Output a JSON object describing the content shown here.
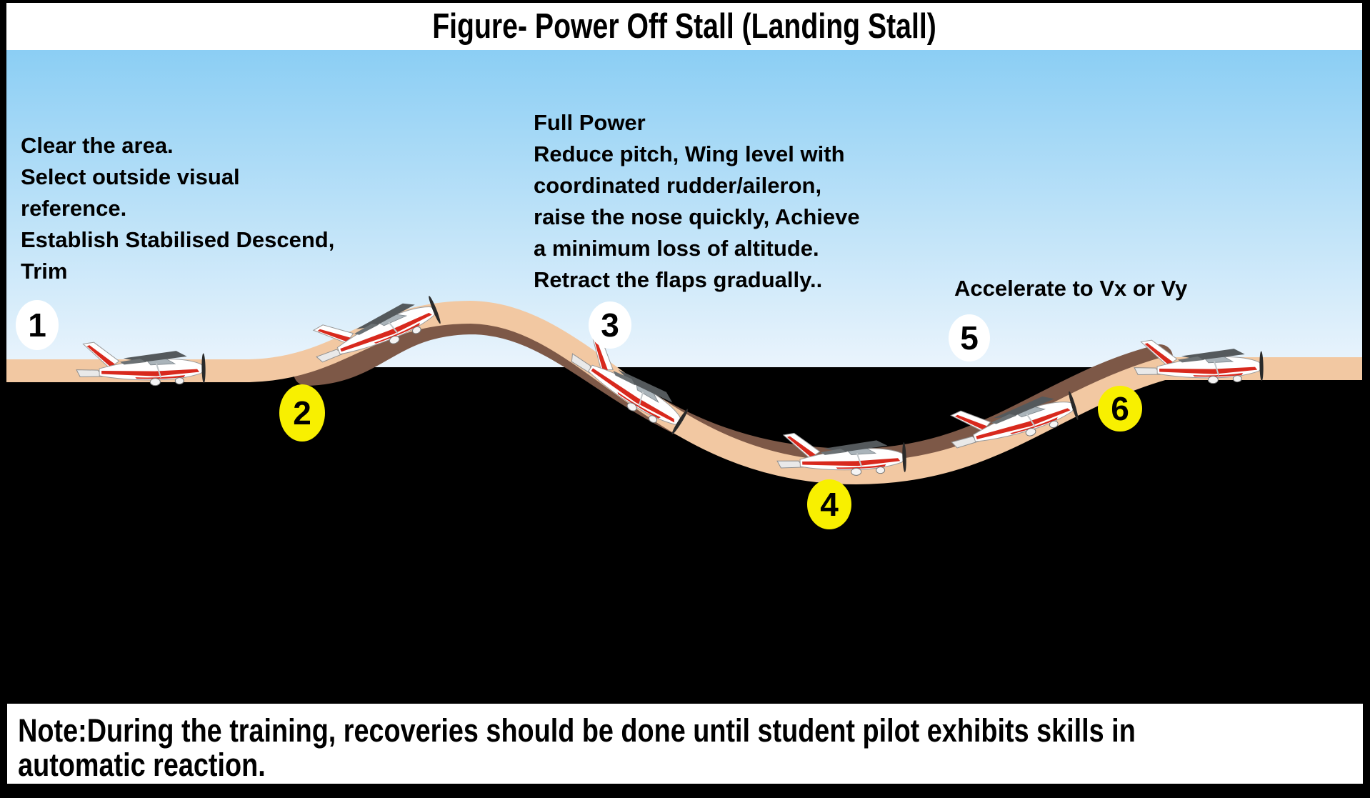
{
  "title": "Figure- Power Off Stall (Landing Stall)",
  "annotations": {
    "step1": "Clear the area.\nSelect outside visual\nreference.\nEstablish Stabilised Descend,\nTrim",
    "step3": "Full Power\nReduce pitch, Wing level with\ncoordinated rudder/aileron,\nraise the nose quickly, Achieve\na minimum loss of altitude.\nRetract the flaps gradually..",
    "step5": "Accelerate to Vx or Vy"
  },
  "note": "Note:During the training, recoveries should be done until student pilot exhibits skills in\nautomatic reaction.",
  "markers": [
    {
      "label": "1",
      "variant": "white"
    },
    {
      "label": "2",
      "variant": "yellow"
    },
    {
      "label": "3",
      "variant": "white"
    },
    {
      "label": "4",
      "variant": "yellow"
    },
    {
      "label": "5",
      "variant": "white"
    },
    {
      "label": "6",
      "variant": "yellow"
    }
  ],
  "colors": {
    "sky-top": "#8BCEF4",
    "sky-bottom": "#EAF4FC",
    "path-tan": "#F2C8A2",
    "path-brown": "#7D5847",
    "marker-yellow": "#F8F000",
    "stripe-red": "#D8291D",
    "wing-gray": "#54595C"
  }
}
